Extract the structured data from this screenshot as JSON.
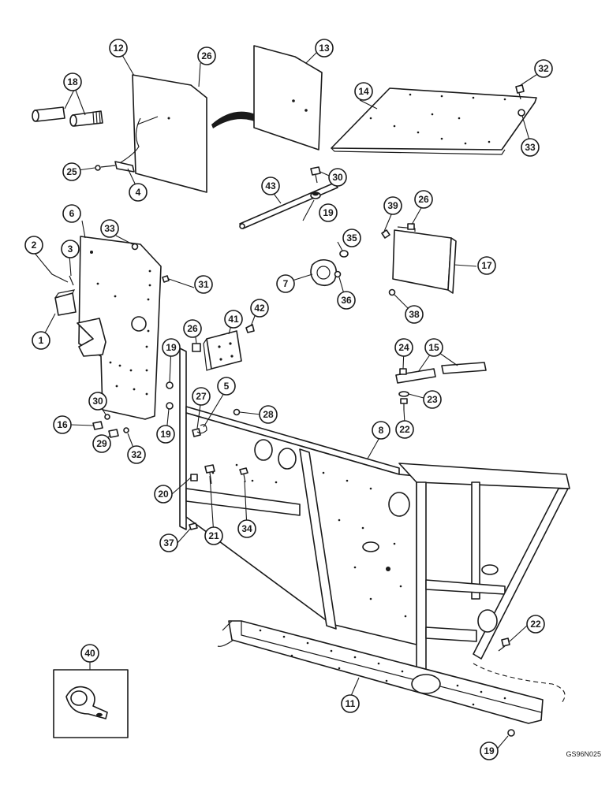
{
  "drawing_ref": "GS96N025",
  "callouts": [
    {
      "id": "c1",
      "label": "1"
    },
    {
      "id": "c2",
      "label": "2"
    },
    {
      "id": "c3",
      "label": "3"
    },
    {
      "id": "c4",
      "label": "4"
    },
    {
      "id": "c5",
      "label": "5"
    },
    {
      "id": "c6",
      "label": "6"
    },
    {
      "id": "c7",
      "label": "7"
    },
    {
      "id": "c8",
      "label": "8"
    },
    {
      "id": "c11",
      "label": "11"
    },
    {
      "id": "c12",
      "label": "12"
    },
    {
      "id": "c13",
      "label": "13"
    },
    {
      "id": "c14",
      "label": "14"
    },
    {
      "id": "c15",
      "label": "15"
    },
    {
      "id": "c16",
      "label": "16"
    },
    {
      "id": "c17",
      "label": "17"
    },
    {
      "id": "c18",
      "label": "18"
    },
    {
      "id": "c19a",
      "label": "19"
    },
    {
      "id": "c19b",
      "label": "19"
    },
    {
      "id": "c19c",
      "label": "19"
    },
    {
      "id": "c19d",
      "label": "19"
    },
    {
      "id": "c20",
      "label": "20"
    },
    {
      "id": "c21",
      "label": "21"
    },
    {
      "id": "c22a",
      "label": "22"
    },
    {
      "id": "c22b",
      "label": "22"
    },
    {
      "id": "c23",
      "label": "23"
    },
    {
      "id": "c24",
      "label": "24"
    },
    {
      "id": "c25",
      "label": "25"
    },
    {
      "id": "c26a",
      "label": "26"
    },
    {
      "id": "c26b",
      "label": "26"
    },
    {
      "id": "c26c",
      "label": "26"
    },
    {
      "id": "c27",
      "label": "27"
    },
    {
      "id": "c28",
      "label": "28"
    },
    {
      "id": "c29",
      "label": "29"
    },
    {
      "id": "c30a",
      "label": "30"
    },
    {
      "id": "c30b",
      "label": "30"
    },
    {
      "id": "c31",
      "label": "31"
    },
    {
      "id": "c32a",
      "label": "32"
    },
    {
      "id": "c32b",
      "label": "32"
    },
    {
      "id": "c33a",
      "label": "33"
    },
    {
      "id": "c33b",
      "label": "33"
    },
    {
      "id": "c34",
      "label": "34"
    },
    {
      "id": "c35",
      "label": "35"
    },
    {
      "id": "c36",
      "label": "36"
    },
    {
      "id": "c37",
      "label": "37"
    },
    {
      "id": "c38",
      "label": "38"
    },
    {
      "id": "c39",
      "label": "39"
    },
    {
      "id": "c40",
      "label": "40"
    },
    {
      "id": "c41",
      "label": "41"
    },
    {
      "id": "c42",
      "label": "42"
    },
    {
      "id": "c43",
      "label": "43"
    }
  ]
}
